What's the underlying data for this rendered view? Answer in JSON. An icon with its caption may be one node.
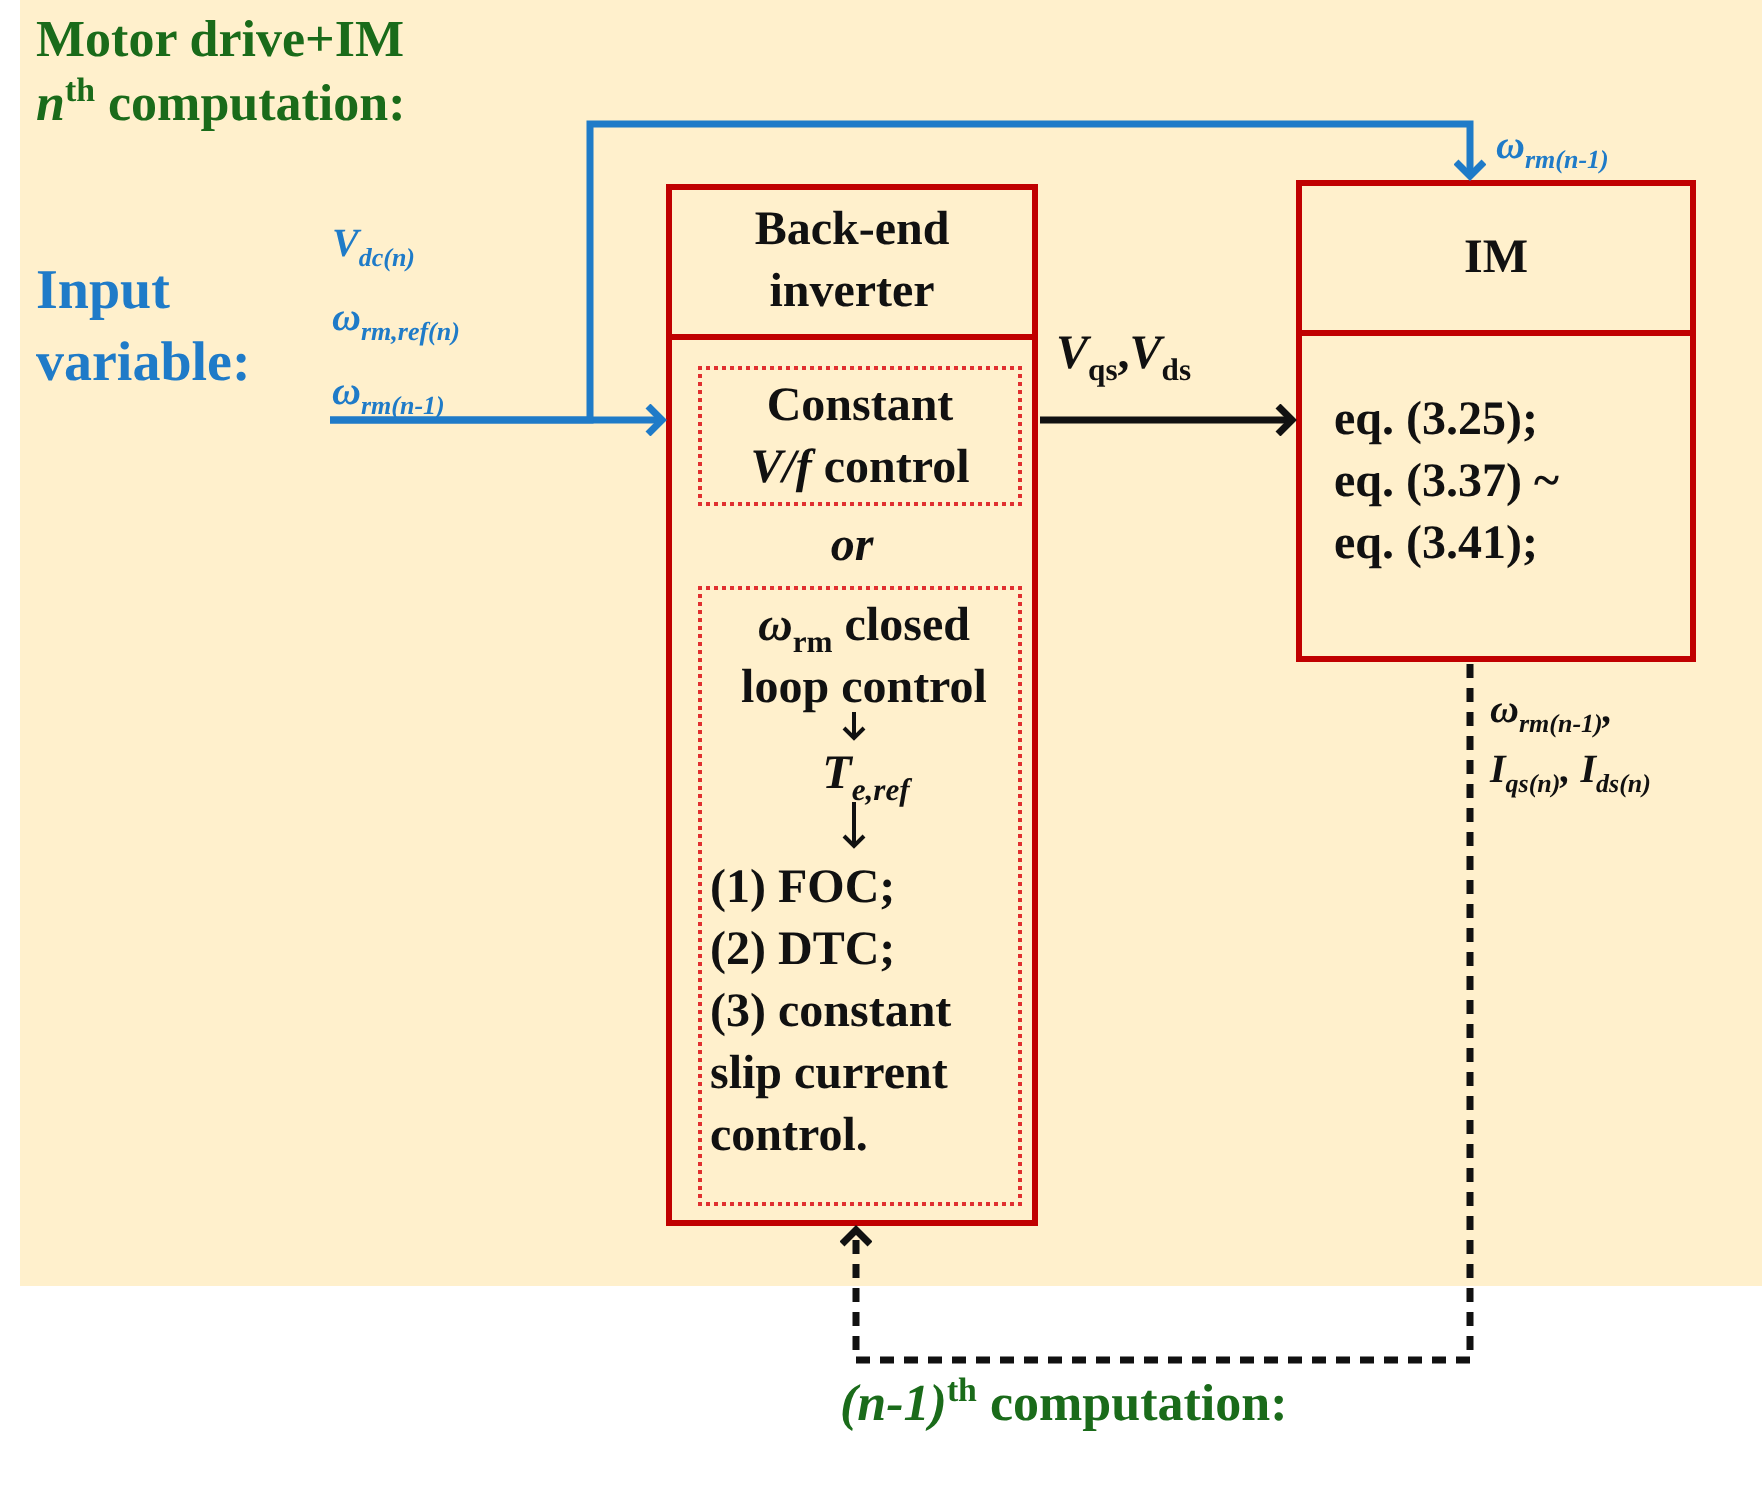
{
  "diagram": {
    "nodes": [
      {
        "text": [
          "Motor drive+IM *n*$^{th}$ computation:"
        ]
      },
      {
        "text": [
          "V$_{dc(n)}$",
          "ω$_{rm,ref(n)}$",
          "ω$_{rm(n-1)}$"
        ],
        "in": 0
      },
      {
        "text": [
          "Back-end inverter",
          "or"
        ],
        "in": 0
      },
      {
        "text": [
          "Constant *V/f* control"
        ],
        "in": 2
      },
      {
        "text": [],
        "shape": "box",
        "in": 2
      },
      {
        "text": [
          "*ω*$_{rm}$ closed loop control"
        ],
        "in": 4
      },
      {
        "text": [
          "T$_{e,ref}$"
        ],
        "in": 4
      },
      {
        "text": [
          "(1) FOC;",
          "(2) DTC;",
          "(3) constant slip current control."
        ],
        "in": 4
      },
      {
        "text": [
          "IM",
          "eq. (3.25); eq. (3.37) ~ eq. (3.41);"
        ],
        "in": 0
      }
    ],
    "edges": [
      {
        "from": 1,
        "to": 2,
        "arrow": "to",
        "color": "#1f7bc8"
      },
      {
        "from": 1,
        "to": 8,
        "arrow": "to",
        "color": "#1f7bc8",
        "label": "ω$_{rm(n-1)}$"
      },
      {
        "from": 2,
        "to": 8,
        "arrow": "to",
        "label": "*V*$_{qs}$,*V*$_{ds}$"
      },
      {
        "from": 5,
        "to": 6,
        "arrow": "to"
      },
      {
        "from": 6,
        "to": 7,
        "arrow": "to"
      },
      {
        "from": 8,
        "to": 2,
        "arrow": "to",
        "style": "dashed",
        "label": "ω$_{rm(n-1)}$, I$_{qs(n)}$, I$_{ds(n)}$"
      }
    ],
    "labels": [
      "Input variable:",
      "*(n-1)*$^{th}$ computation:"
    ]
  }
}
